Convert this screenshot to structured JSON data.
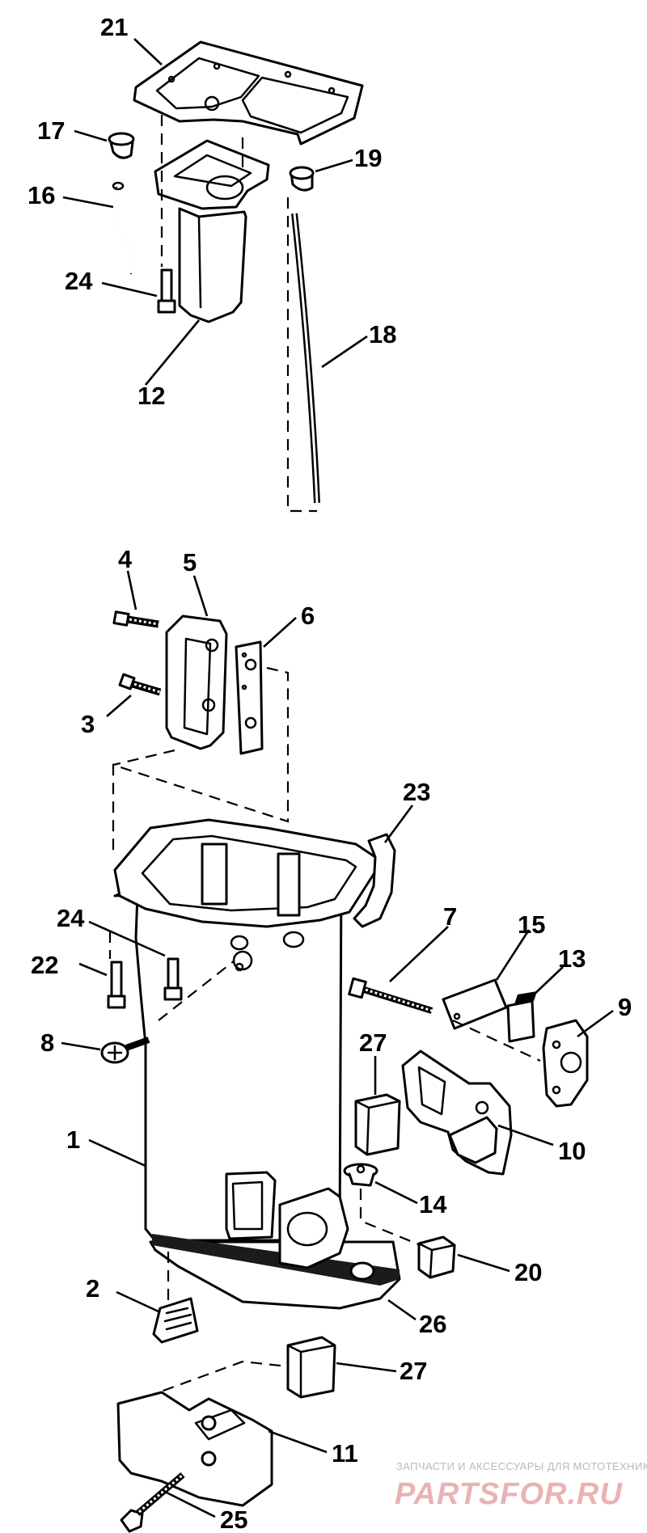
{
  "diagram": {
    "callouts": [
      {
        "id": "21",
        "label": "21"
      },
      {
        "id": "17",
        "label": "17"
      },
      {
        "id": "19",
        "label": "19"
      },
      {
        "id": "16",
        "label": "16"
      },
      {
        "id": "24a",
        "label": "24"
      },
      {
        "id": "18",
        "label": "18"
      },
      {
        "id": "12",
        "label": "12"
      },
      {
        "id": "4",
        "label": "4"
      },
      {
        "id": "5",
        "label": "5"
      },
      {
        "id": "6",
        "label": "6"
      },
      {
        "id": "3",
        "label": "3"
      },
      {
        "id": "23",
        "label": "23"
      },
      {
        "id": "24b",
        "label": "24"
      },
      {
        "id": "7",
        "label": "7"
      },
      {
        "id": "15",
        "label": "15"
      },
      {
        "id": "22",
        "label": "22"
      },
      {
        "id": "13",
        "label": "13"
      },
      {
        "id": "9",
        "label": "9"
      },
      {
        "id": "8",
        "label": "8"
      },
      {
        "id": "27a",
        "label": "27"
      },
      {
        "id": "10",
        "label": "10"
      },
      {
        "id": "1",
        "label": "1"
      },
      {
        "id": "14",
        "label": "14"
      },
      {
        "id": "20",
        "label": "20"
      },
      {
        "id": "2",
        "label": "2"
      },
      {
        "id": "26",
        "label": "26"
      },
      {
        "id": "27b",
        "label": "27"
      },
      {
        "id": "11",
        "label": "11"
      },
      {
        "id": "25",
        "label": "25"
      }
    ]
  },
  "watermark": {
    "tagline": "ЗАПЧАСТИ И АКСЕССУАРЫ ДЛЯ МОТОТЕХНИКИ",
    "logo_text": "PARTSFOR.RU",
    "color": "#e9b3b3"
  }
}
